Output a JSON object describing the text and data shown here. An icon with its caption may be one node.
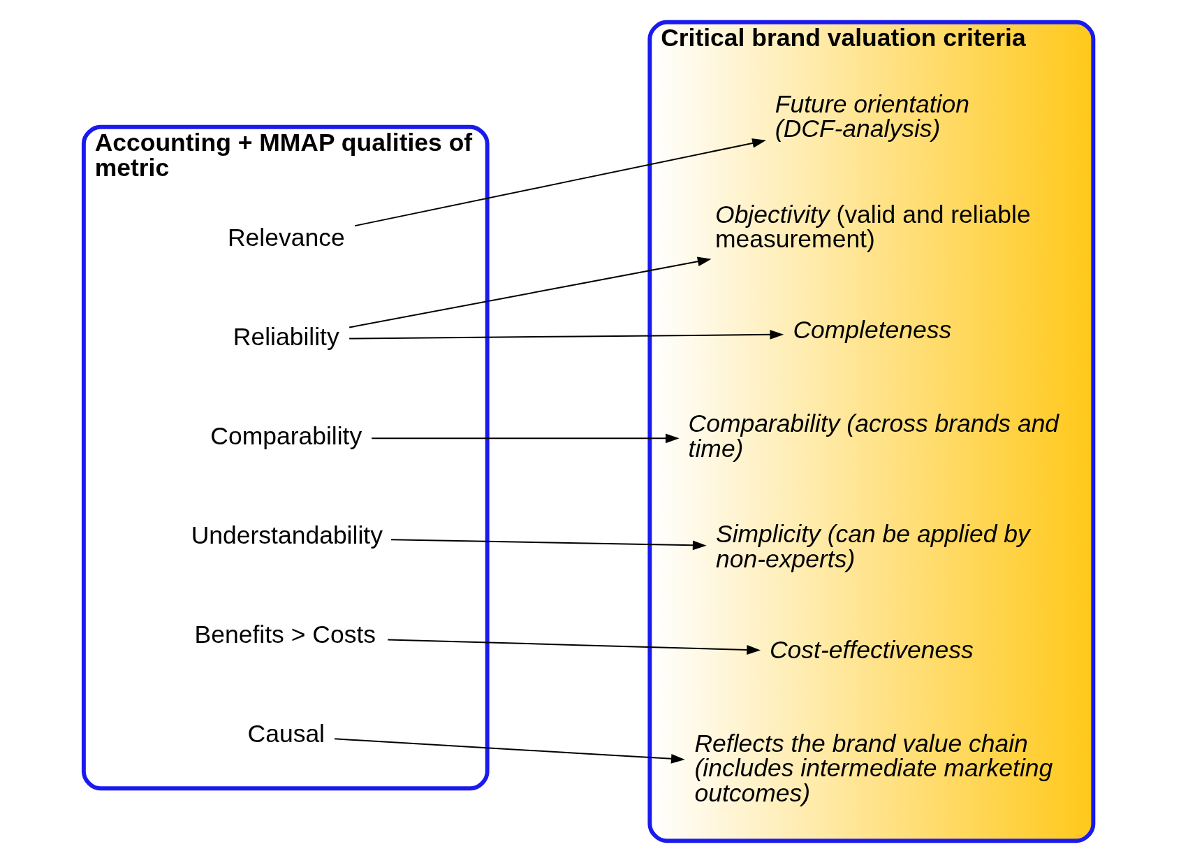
{
  "diagram": {
    "nodes": [
      {
        "text": [
          "Accounting + MMAP qualities of metric"
        ]
      },
      {
        "text": [
          "Relevance"
        ],
        "in": 0
      },
      {
        "text": [
          "Reliability"
        ],
        "in": 0
      },
      {
        "text": [
          "Comparability"
        ],
        "in": 0
      },
      {
        "text": [
          "Understandability"
        ],
        "in": 0
      },
      {
        "text": [
          "Benefits > Costs"
        ],
        "in": 0
      },
      {
        "text": [
          "Causal"
        ],
        "in": 0
      },
      {
        "text": [
          "Critical brand valuation criteria"
        ]
      },
      {
        "text": [
          "*Future orientation (DCF-analysis)*"
        ],
        "in": 7
      },
      {
        "text": [
          "*Objectivity* (valid and reliable measurement)"
        ],
        "in": 7
      },
      {
        "text": [
          "*Completeness*"
        ],
        "in": 7
      },
      {
        "text": [
          "*Comparability (across brands and time)*"
        ],
        "in": 7
      },
      {
        "text": [
          "*Simplicity (can be applied by non-experts)*"
        ],
        "in": 7
      },
      {
        "text": [
          "*Cost-effectiveness*"
        ],
        "in": 7
      },
      {
        "text": [
          "*Reflects the brand value chain (includes intermediate marketing outcomes)*"
        ],
        "in": 7
      }
    ],
    "edges": [
      {
        "from": 1,
        "to": 8,
        "arrow": "to"
      },
      {
        "from": 2,
        "to": 9,
        "arrow": "to"
      },
      {
        "from": 2,
        "to": 10,
        "arrow": "to"
      },
      {
        "from": 3,
        "to": 11,
        "arrow": "to"
      },
      {
        "from": 4,
        "to": 12,
        "arrow": "to"
      },
      {
        "from": 5,
        "to": 13,
        "arrow": "to"
      },
      {
        "from": 6,
        "to": 14,
        "arrow": "to"
      }
    ]
  }
}
